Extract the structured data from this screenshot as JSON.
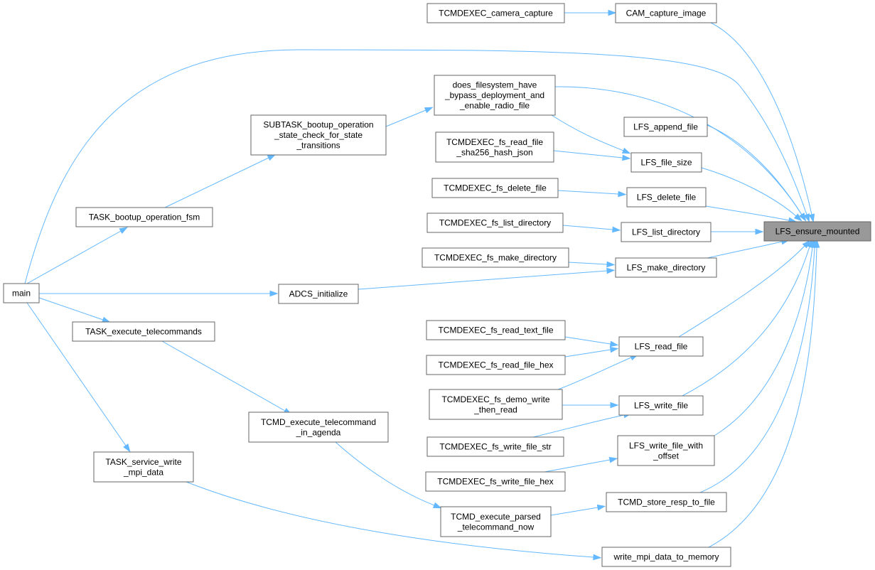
{
  "diagram": {
    "title": "",
    "colors": {
      "edge": "#63b8ff",
      "node_border": "#666666",
      "node_fill": "#ffffff",
      "target_fill": "#999999"
    },
    "nodes": [
      {
        "id": "lfs_ensure_mounted",
        "lines": [
          "LFS_ensure_mounted"
        ],
        "target": true
      },
      {
        "id": "cam_capture_image",
        "lines": [
          "CAM_capture_image"
        ]
      },
      {
        "id": "tcmdexec_camera_capture",
        "lines": [
          "TCMDEXEC_camera_capture"
        ]
      },
      {
        "id": "does_filesystem",
        "lines": [
          "does_filesystem_have",
          "_bypass_deployment_and",
          "_enable_radio_file"
        ]
      },
      {
        "id": "subtask_bootup",
        "lines": [
          "SUBTASK_bootup_operation",
          "_state_check_for_state",
          "_transitions"
        ]
      },
      {
        "id": "task_bootup",
        "lines": [
          "TASK_bootup_operation_fsm"
        ]
      },
      {
        "id": "main",
        "lines": [
          "main"
        ]
      },
      {
        "id": "lfs_append_file",
        "lines": [
          "LFS_append_file"
        ]
      },
      {
        "id": "lfs_file_size",
        "lines": [
          "LFS_file_size"
        ]
      },
      {
        "id": "tcmdexec_fs_read_file_sha",
        "lines": [
          "TCMDEXEC_fs_read_file",
          "_sha256_hash_json"
        ]
      },
      {
        "id": "lfs_delete_file",
        "lines": [
          "LFS_delete_file"
        ]
      },
      {
        "id": "tcmdexec_fs_delete_file",
        "lines": [
          "TCMDEXEC_fs_delete_file"
        ]
      },
      {
        "id": "lfs_list_directory",
        "lines": [
          "LFS_list_directory"
        ]
      },
      {
        "id": "tcmdexec_fs_list_directory",
        "lines": [
          "TCMDEXEC_fs_list_directory"
        ]
      },
      {
        "id": "lfs_make_directory",
        "lines": [
          "LFS_make_directory"
        ]
      },
      {
        "id": "tcmdexec_fs_make_directory",
        "lines": [
          "TCMDEXEC_fs_make_directory"
        ]
      },
      {
        "id": "adcs_initialize",
        "lines": [
          "ADCS_initialize"
        ]
      },
      {
        "id": "task_execute_telecommands",
        "lines": [
          "TASK_execute_telecommands"
        ]
      },
      {
        "id": "lfs_read_file",
        "lines": [
          "LFS_read_file"
        ]
      },
      {
        "id": "tcmdexec_fs_read_text_file",
        "lines": [
          "TCMDEXEC_fs_read_text_file"
        ]
      },
      {
        "id": "tcmdexec_fs_read_file_hex",
        "lines": [
          "TCMDEXEC_fs_read_file_hex"
        ]
      },
      {
        "id": "tcmdexec_fs_demo_write",
        "lines": [
          "TCMDEXEC_fs_demo_write",
          "_then_read"
        ]
      },
      {
        "id": "lfs_write_file",
        "lines": [
          "LFS_write_file"
        ]
      },
      {
        "id": "tcmd_execute_telecommand_in_agenda",
        "lines": [
          "TCMD_execute_telecommand",
          "_in_agenda"
        ]
      },
      {
        "id": "tcmdexec_fs_write_file_str",
        "lines": [
          "TCMDEXEC_fs_write_file_str"
        ]
      },
      {
        "id": "lfs_write_file_with_offset",
        "lines": [
          "LFS_write_file_with",
          "_offset"
        ]
      },
      {
        "id": "task_service_write_mpi",
        "lines": [
          "TASK_service_write",
          "_mpi_data"
        ]
      },
      {
        "id": "tcmdexec_fs_write_file_hex",
        "lines": [
          "TCMDEXEC_fs_write_file_hex"
        ]
      },
      {
        "id": "tcmd_store_resp_to_file",
        "lines": [
          "TCMD_store_resp_to_file"
        ]
      },
      {
        "id": "tcmd_execute_parsed",
        "lines": [
          "TCMD_execute_parsed",
          "_telecommand_now"
        ]
      },
      {
        "id": "write_mpi_data_to_memory",
        "lines": [
          "write_mpi_data_to_memory"
        ]
      }
    ],
    "edges": [
      [
        "tcmdexec_camera_capture",
        "cam_capture_image"
      ],
      [
        "cam_capture_image",
        "lfs_ensure_mounted"
      ],
      [
        "main",
        "does_filesystem"
      ],
      [
        "does_filesystem",
        "lfs_ensure_mounted"
      ],
      [
        "subtask_bootup",
        "does_filesystem"
      ],
      [
        "task_bootup",
        "subtask_bootup"
      ],
      [
        "main",
        "task_bootup"
      ],
      [
        "lfs_append_file",
        "lfs_ensure_mounted"
      ],
      [
        "does_filesystem",
        "lfs_file_size"
      ],
      [
        "tcmdexec_fs_read_file_sha",
        "lfs_file_size"
      ],
      [
        "lfs_file_size",
        "lfs_ensure_mounted"
      ],
      [
        "tcmdexec_fs_delete_file",
        "lfs_delete_file"
      ],
      [
        "lfs_delete_file",
        "lfs_ensure_mounted"
      ],
      [
        "tcmdexec_fs_list_directory",
        "lfs_list_directory"
      ],
      [
        "lfs_list_directory",
        "lfs_ensure_mounted"
      ],
      [
        "tcmdexec_fs_make_directory",
        "lfs_make_directory"
      ],
      [
        "adcs_initialize",
        "lfs_make_directory"
      ],
      [
        "lfs_make_directory",
        "lfs_ensure_mounted"
      ],
      [
        "main",
        "adcs_initialize"
      ],
      [
        "main",
        "task_execute_telecommands"
      ],
      [
        "main",
        "task_service_write_mpi"
      ],
      [
        "tcmdexec_fs_read_text_file",
        "lfs_read_file"
      ],
      [
        "tcmdexec_fs_read_file_hex",
        "lfs_read_file"
      ],
      [
        "tcmdexec_fs_demo_write",
        "lfs_read_file"
      ],
      [
        "lfs_read_file",
        "lfs_ensure_mounted"
      ],
      [
        "tcmdexec_fs_demo_write",
        "lfs_write_file"
      ],
      [
        "tcmdexec_fs_write_file_str",
        "lfs_write_file"
      ],
      [
        "lfs_write_file",
        "lfs_ensure_mounted"
      ],
      [
        "task_execute_telecommands",
        "tcmd_execute_telecommand_in_agenda"
      ],
      [
        "tcmd_execute_telecommand_in_agenda",
        "tcmd_execute_parsed"
      ],
      [
        "tcmdexec_fs_write_file_hex",
        "lfs_write_file_with_offset"
      ],
      [
        "lfs_write_file_with_offset",
        "lfs_ensure_mounted"
      ],
      [
        "tcmd_execute_parsed",
        "tcmd_store_resp_to_file"
      ],
      [
        "tcmd_store_resp_to_file",
        "lfs_ensure_mounted"
      ],
      [
        "task_service_write_mpi",
        "write_mpi_data_to_memory"
      ],
      [
        "write_mpi_data_to_memory",
        "lfs_ensure_mounted"
      ]
    ]
  }
}
